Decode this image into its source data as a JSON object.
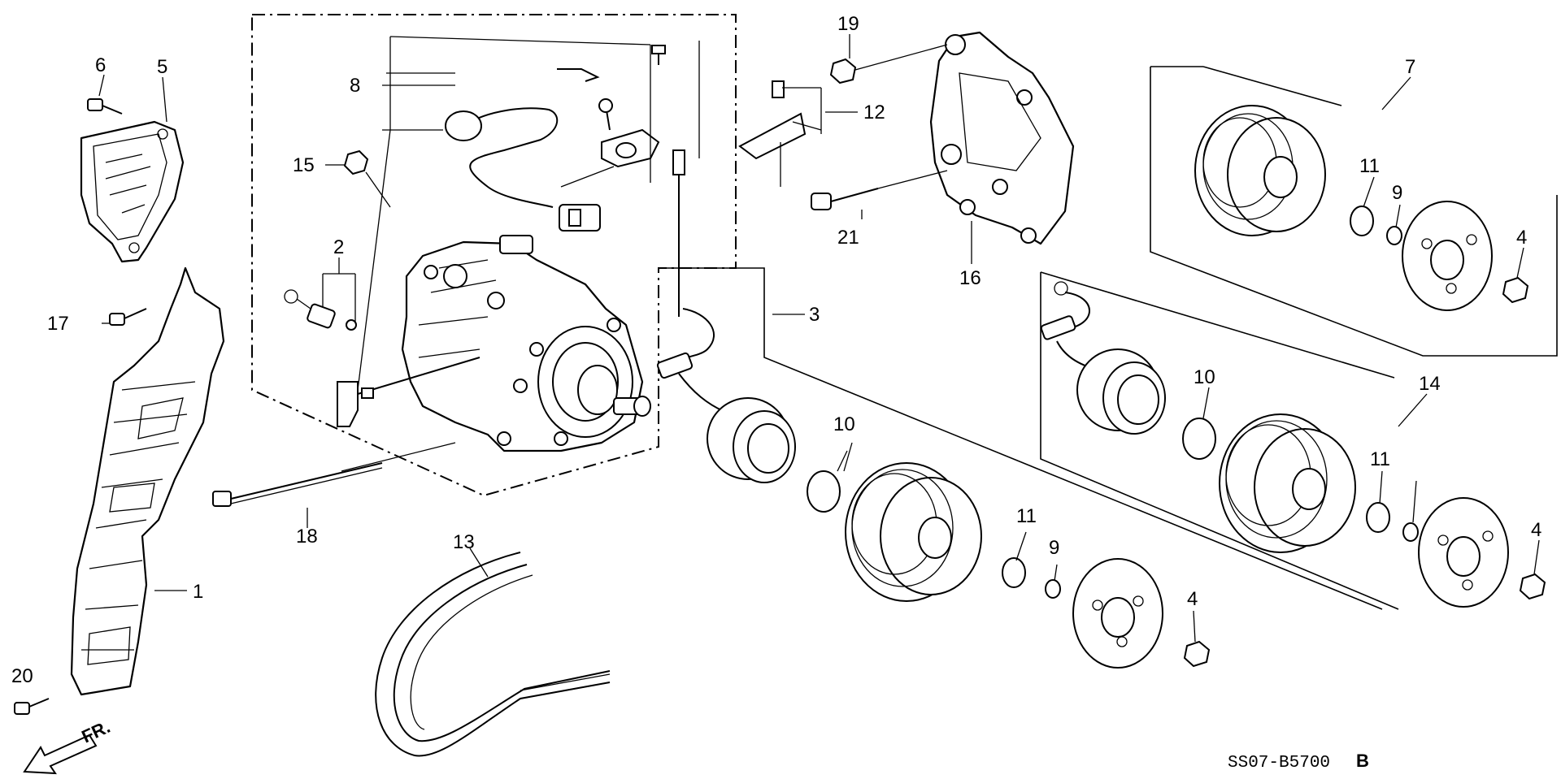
{
  "diagram_code": "SS07-B5700",
  "diagram_code_suffix": "B",
  "direction_label": "FR.",
  "callouts": {
    "c1": "1",
    "c2": "2",
    "c3": "3",
    "c4a": "4",
    "c4b": "4",
    "c4c": "4",
    "c5": "5",
    "c6": "6",
    "c7": "7",
    "c8": "8",
    "c9a": "9",
    "c9b": "9",
    "c10a": "10",
    "c10b": "10",
    "c11a": "11",
    "c11b": "11",
    "c11c": "11",
    "c12": "12",
    "c13": "13",
    "c14": "14",
    "c15": "15",
    "c16": "16",
    "c17": "17",
    "c18": "18",
    "c19": "19",
    "c20": "20",
    "c21": "21"
  }
}
